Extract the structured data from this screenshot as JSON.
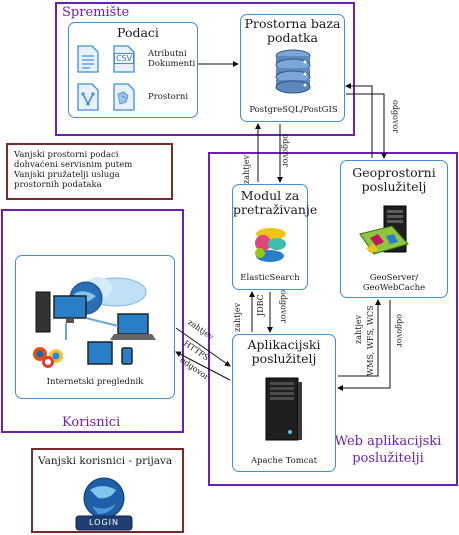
{
  "groups": {
    "spremiste": "Spremište",
    "korisnici": "Korisnici",
    "web": "Web aplikacijski poslužitelji"
  },
  "nodes": {
    "podaci": {
      "title": "Podaci",
      "attr": "Atributni Dokumenti",
      "prostorni": "Prostorni",
      "csv": "CSV"
    },
    "baza": {
      "title": "Prostorna baza podatka",
      "sub": "PostgreSQL/PostGIS"
    },
    "modul": {
      "title": "Modul za pretraživanje",
      "sub": "ElasticSearch"
    },
    "geo": {
      "title": "Geoprostorni poslužitelj",
      "sub": "GeoServer/ GeoWebCache"
    },
    "app": {
      "title": "Aplikacijski poslužitelj",
      "sub": "Apache Tomcat"
    },
    "web_client": {
      "sub": "Internetski preglednik"
    },
    "login_btn": "LOGIN"
  },
  "notes": {
    "external_data": "Vanjski prostorni podaci dohvaćeni servisnim putem Vanjski pružatelji usluga prostornih podataka",
    "external_users": "Vanjski korisnici - prijava"
  },
  "edges": {
    "zahtjev": "zahtjev",
    "odgovor": "odgovor",
    "jdbc": "JDBC",
    "wms": "WMS, WFS, WCS",
    "https": "HTTPS"
  }
}
